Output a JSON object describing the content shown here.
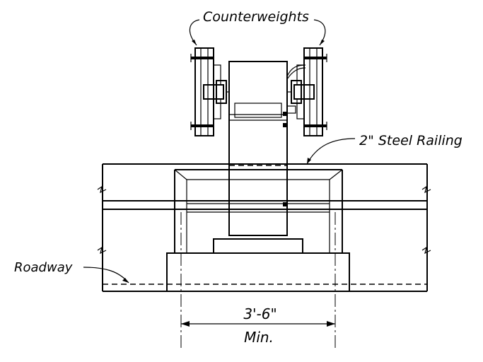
{
  "labels": {
    "counterweights": "Counterweights",
    "steel_railing": "2\" Steel Railing",
    "roadway": "Roadway",
    "dimension_value": "3'-6\"",
    "dimension_qualifier": "Min."
  },
  "colors": {
    "line": "#000000",
    "background": "#ffffff"
  }
}
